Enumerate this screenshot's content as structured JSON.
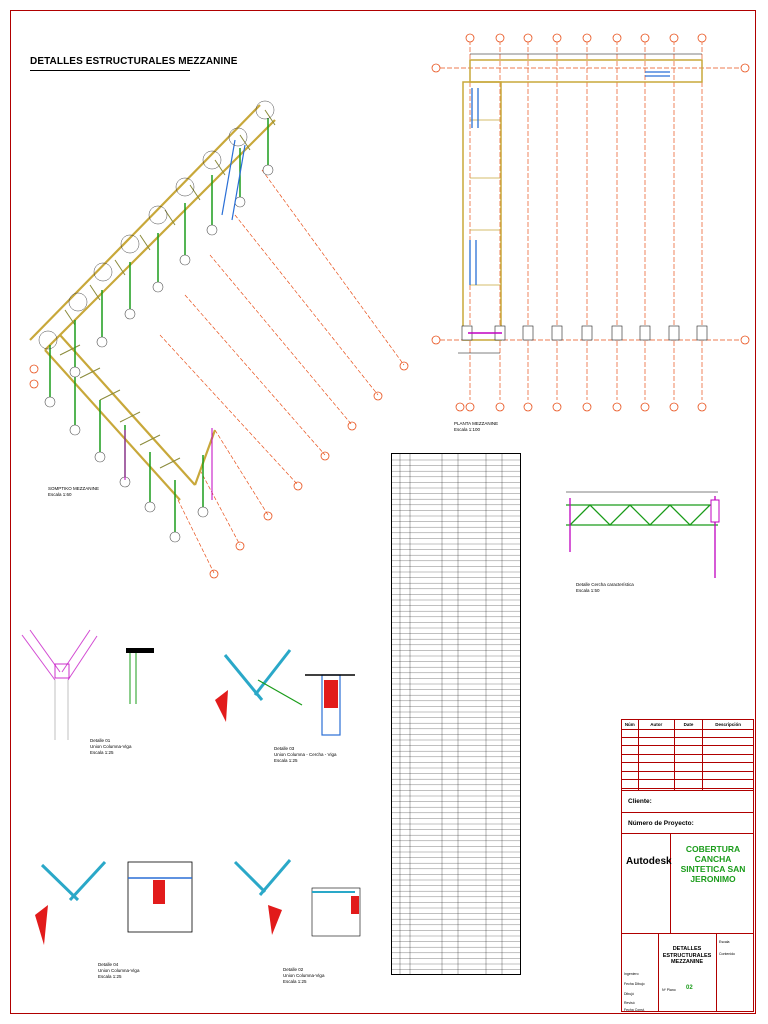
{
  "drawing": {
    "title": "DETALLES ESTRUCTURALES MEZZANINE",
    "captions": {
      "iso": "SOMPTIKO MEZZANINE\nEscala 1:60",
      "plan": "PLANTA MEZZANINE\nEscala 1:100",
      "truss": "Detalle Cercha característica\nEscala 1:50",
      "d01": "Detalle 01\nUnion Columna-Viga\nEscala 1:25",
      "d03": "Detalle 03\nUnion Columna - Cercha - Viga\nEscala 1:25",
      "d04": "Detalle 04\nUnion Columna-Viga\nEscala 1:25",
      "d02": "Detalle 02\nUnion Columna-Viga\nEscala 1:25"
    }
  },
  "title_block": {
    "revision_headers": [
      "Núm",
      "Autor",
      "Date",
      "Descripción"
    ],
    "client_label": "Cliente:",
    "project_number_label": "Número de Proyecto:",
    "brand": "Autodesk",
    "project_name": "COBERTURA CANCHA SINTETICA SAN JERONIMO",
    "sheet_title": "DETALLES ESTRUCTURALES MEZZANINE",
    "sheet_number": "02",
    "small_labels": [
      "Ingeniero",
      "Fecha Dibujo",
      "Dibujó",
      "Revisó",
      "Fecha Const.",
      "Nº Plano",
      "Escala",
      "Contenido"
    ]
  },
  "colors": {
    "frame": "#b00000",
    "green": "#1a9c1a",
    "gridline": "#e8501a",
    "beam": "#c8a83a",
    "steel_blue": "#2a6fd6"
  }
}
